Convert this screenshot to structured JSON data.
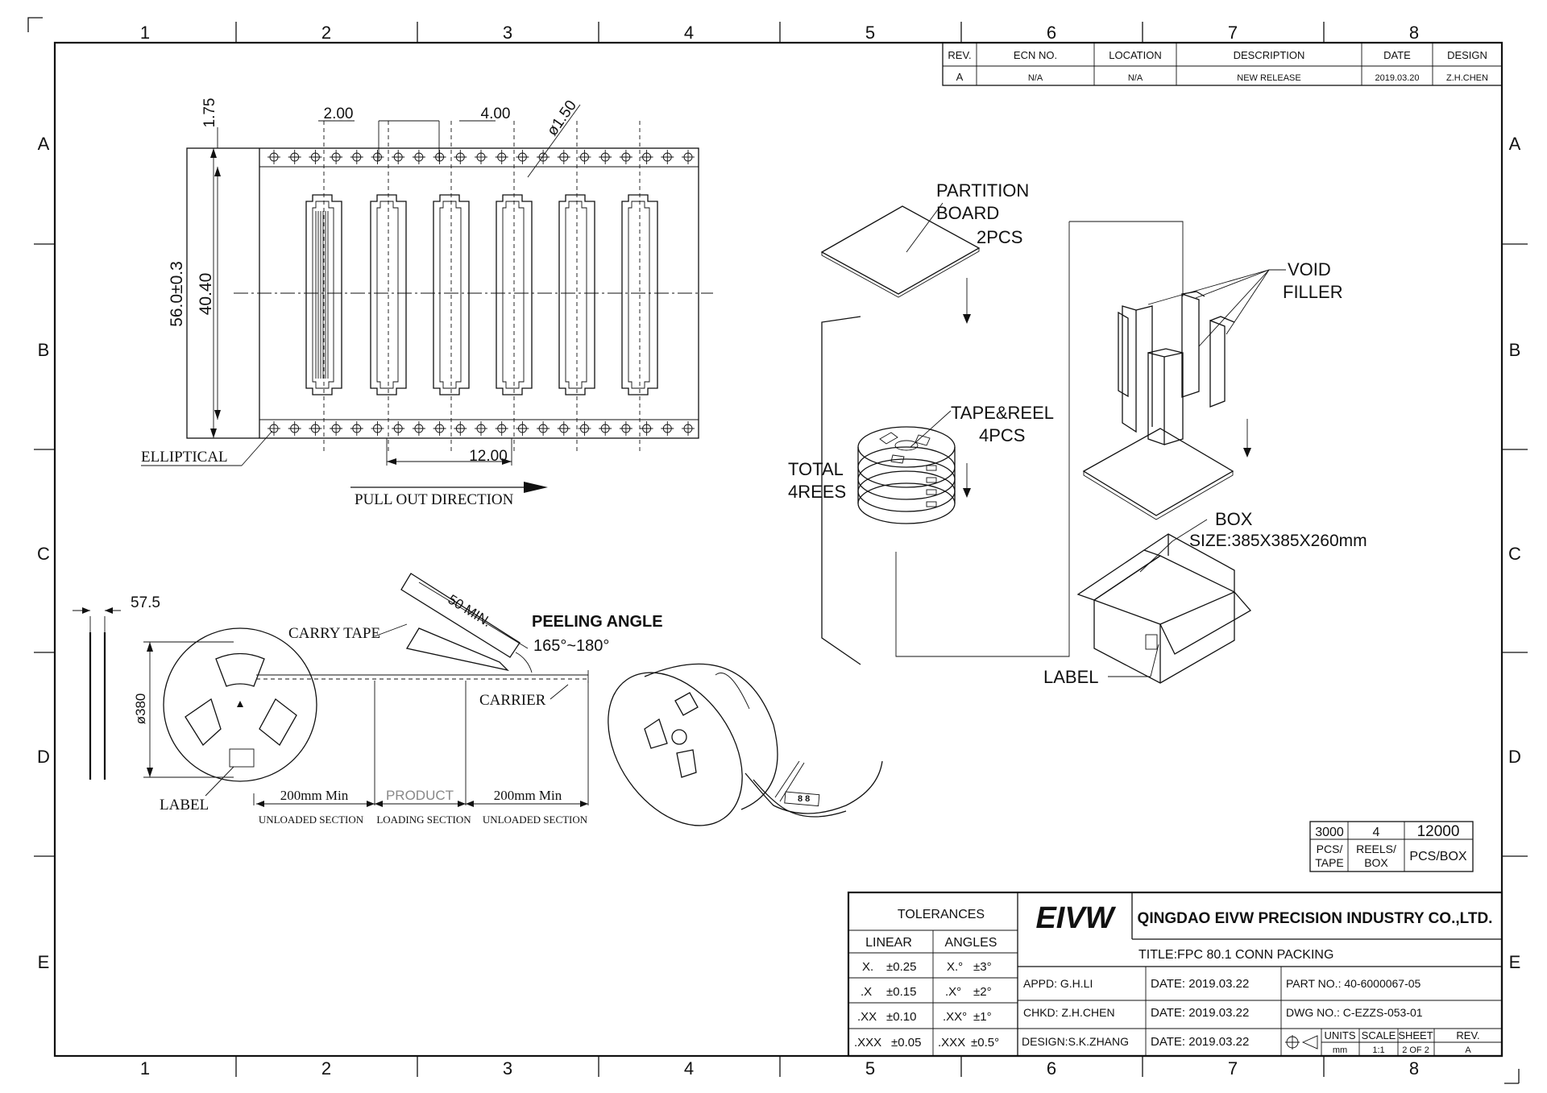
{
  "border": {
    "columns": [
      "1",
      "2",
      "3",
      "4",
      "5",
      "6",
      "7",
      "8"
    ],
    "rows": [
      "A",
      "B",
      "C",
      "D",
      "E"
    ]
  },
  "revision_table": {
    "headers": [
      "REV.",
      "ECN NO.",
      "LOCATION",
      "DESCRIPTION",
      "DATE",
      "DESIGN"
    ],
    "row": [
      "A",
      "N/A",
      "N/A",
      "NEW RELEASE",
      "2019.03.20",
      "Z.H.CHEN"
    ]
  },
  "tape_view": {
    "dim_top_margin": "1.75",
    "dim_hole_pitch_a": "2.00",
    "dim_hole_pitch_b": "4.00",
    "dim_hole_diameter": "ø1.50",
    "dim_tape_width": "56.0±0.3",
    "dim_hole_span": "40.40",
    "dim_pocket_pitch": "12.00",
    "label_elliptical": "ELLIPTICAL",
    "label_pull_out": "PULL OUT DIRECTION"
  },
  "packing": {
    "partition_board": [
      "PARTITION",
      "BOARD",
      "2PCS"
    ],
    "void_filler": [
      "VOID",
      "FILLER"
    ],
    "tape_reel": [
      "TAPE&REEL",
      "4PCS"
    ],
    "total": [
      "TOTAL",
      "4REES"
    ],
    "box": [
      "BOX",
      "SIZE:385X385X260mm"
    ],
    "label": "LABEL"
  },
  "reel_view": {
    "dim_width": "57.5",
    "dim_diameter": "ø380",
    "carry_tape": "CARRY TAPE",
    "dim_min": "50 MIN.",
    "peeling_angle": "PEELING ANGLE",
    "peeling_range": "165°~180°",
    "carrier": "CARRIER",
    "label": "LABEL",
    "sec1_len": "200mm Min",
    "sec2_len": "PRODUCT",
    "sec3_len": "200mm Min",
    "sec1_name": "UNLOADED SECTION",
    "sec2_name": "LOADING SECTION",
    "sec3_name": "UNLOADED SECTION"
  },
  "quantity_table": {
    "values": [
      "3000",
      "4",
      "12000"
    ],
    "units_a": [
      "PCS/",
      "TAPE"
    ],
    "units_b": [
      "REELS/",
      "BOX"
    ],
    "units_c": "PCS/BOX"
  },
  "title_block": {
    "tolerances": "TOLERANCES",
    "linear": "LINEAR",
    "angles": "ANGLES",
    "tol_rows": [
      [
        "X.",
        "±0.25",
        "X.°",
        "±3°"
      ],
      [
        ".X",
        "±0.15",
        ".X°",
        "±2°"
      ],
      [
        ".XX",
        "±0.10",
        ".XX°",
        "±1°"
      ],
      [
        ".XXX",
        "±0.05",
        ".XXX",
        "±0.5°"
      ]
    ],
    "logo": "EIVW",
    "company": "QINGDAO EIVW PRECISION INDUSTRY CO.,LTD.",
    "title": "TITLE:FPC 80.1 CONN PACKING",
    "appd": "APPD: G.H.LI",
    "chkd": "CHKD: Z.H.CHEN",
    "design": "DESIGN:S.K.ZHANG",
    "date1": "DATE: 2019.03.22",
    "date2": "DATE: 2019.03.22",
    "date3": "DATE: 2019.03.22",
    "part_no": "PART NO.: 40-6000067-05",
    "dwg_no": "DWG NO.: C-EZZS-053-01",
    "units_h": "UNITS",
    "units_v": "mm",
    "scale_h": "SCALE",
    "scale_v": "1:1",
    "sheet_h": "SHEET",
    "sheet_v": "2 OF 2",
    "rev_h": "REV.",
    "rev_v": "A"
  }
}
